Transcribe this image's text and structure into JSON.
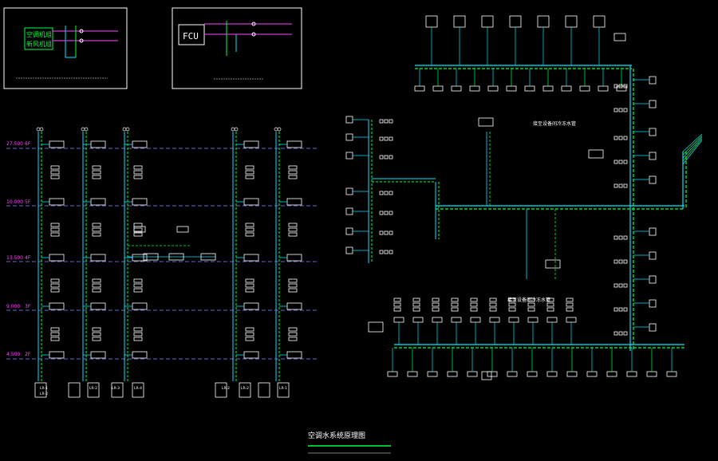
{
  "colors": {
    "background": "#000000",
    "supply_pipe": "#00e5ff",
    "return_pipe": "#00ff3c",
    "frame": "#ffffff",
    "level_line": "#8a8aff",
    "level_text": "#ff44ff",
    "annotation": "#ffffff"
  },
  "legend_boxes": {
    "ahu": {
      "lines": [
        "空调机组",
        "新风机组"
      ]
    },
    "fcu": {
      "label": "FCU"
    }
  },
  "riser": {
    "levels": [
      {
        "label": "27.500",
        "floor": "6F"
      },
      {
        "label": "10.000",
        "floor": "5F"
      },
      {
        "label": "13.500",
        "floor": "4F"
      },
      {
        "label": "9.000",
        "floor": "3F"
      },
      {
        "label": "4.500",
        "floor": "2F"
      }
    ],
    "tags": {
      "zone_a": [
        "LR-1",
        "LR-2"
      ],
      "zone_b": [
        "LR-2",
        "LR-3",
        "LR-4"
      ],
      "zone_c": [
        "LR-2",
        "LR-2",
        "LR-1"
      ]
    }
  },
  "plan_notes": {
    "upper": "接至设备间冷冻水管",
    "lower": "接至设备间冷冻水管"
  },
  "drawing_title": "空调水系统原理图"
}
